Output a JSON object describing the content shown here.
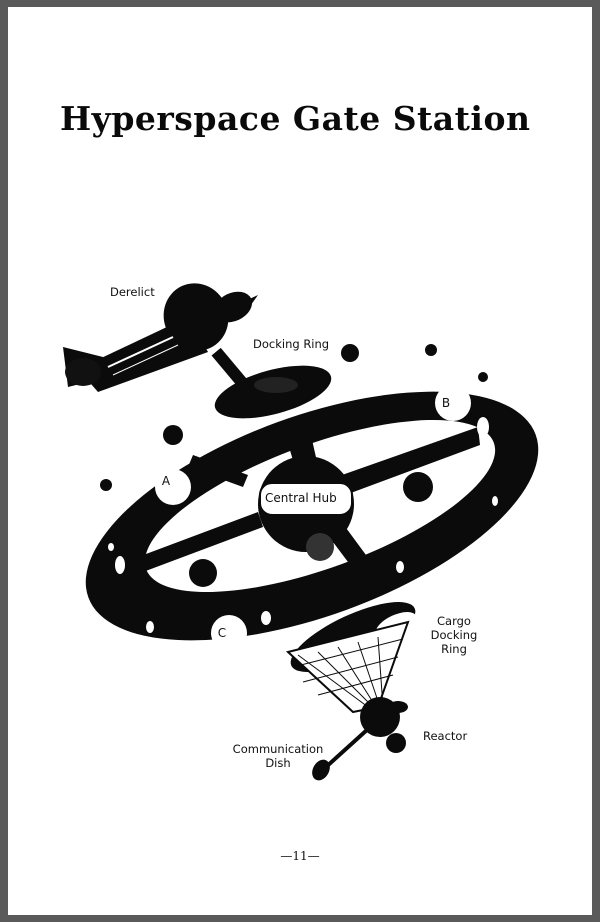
{
  "page": {
    "title": "Hyperspace Gate Station",
    "page_number": "—11—"
  },
  "labels": {
    "derelict": "Derelict",
    "docking_ring": "Docking Ring",
    "central_hub": "Central Hub",
    "sector_a": "A",
    "sector_b": "B",
    "sector_c": "C",
    "cargo_line1": "Cargo",
    "cargo_line2": "Docking",
    "cargo_line3": "Ring",
    "reactor": "Reactor",
    "comm_line1": "Communication",
    "comm_line2": "Dish"
  }
}
